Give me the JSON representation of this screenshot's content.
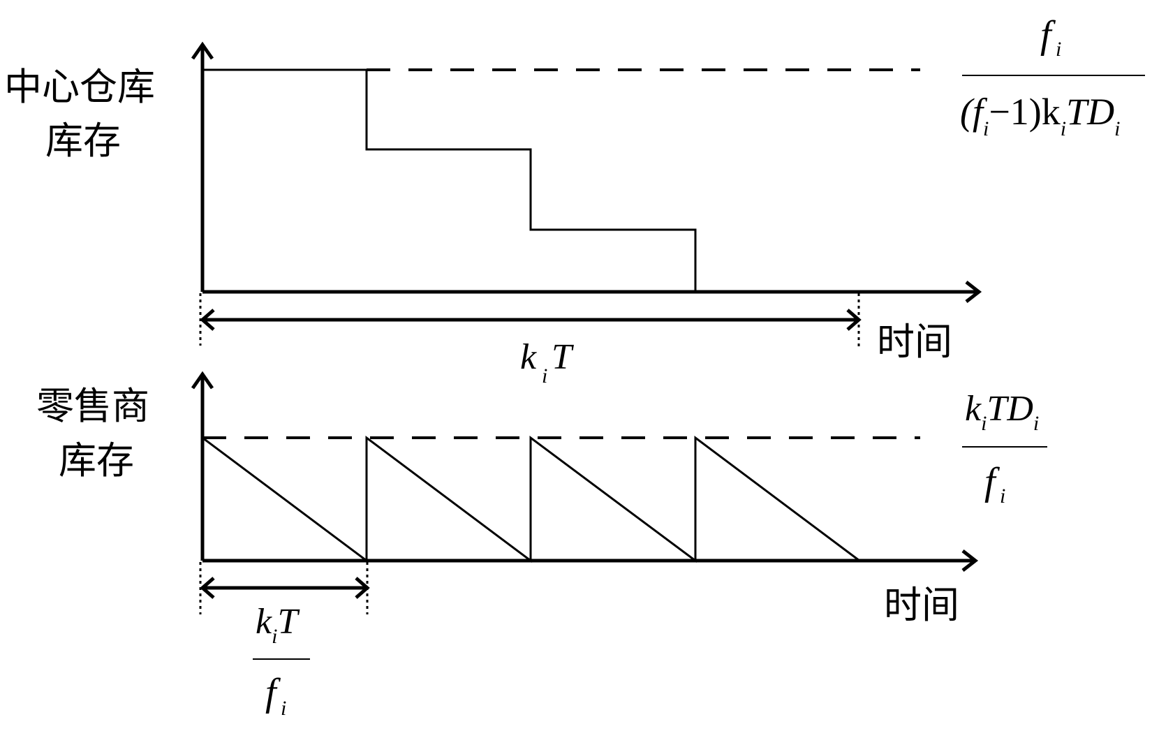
{
  "top_panel": {
    "ylabel_line1": "中心仓库",
    "ylabel_line2": "库存",
    "xlabel": "时间",
    "level_label": {
      "numerator": "f",
      "numerator_sub": "i",
      "denominator_parts": [
        "(f",
        "i",
        "−1)k",
        "i",
        "TD",
        "i"
      ]
    },
    "span_label": {
      "k": "k",
      "sub": "i",
      "T": "T"
    },
    "steps": 4
  },
  "bottom_panel": {
    "ylabel_line1": "零售商",
    "ylabel_line2": "库存",
    "xlabel": "时间",
    "level_label": {
      "numerator_parts": [
        "k",
        "i",
        "TD",
        "i"
      ],
      "denominator": "f",
      "denominator_sub": "i"
    },
    "span_label": {
      "numerator_parts": [
        "k",
        "i",
        "T"
      ],
      "denominator": "f",
      "denominator_sub": "i"
    },
    "cycles": 4
  }
}
